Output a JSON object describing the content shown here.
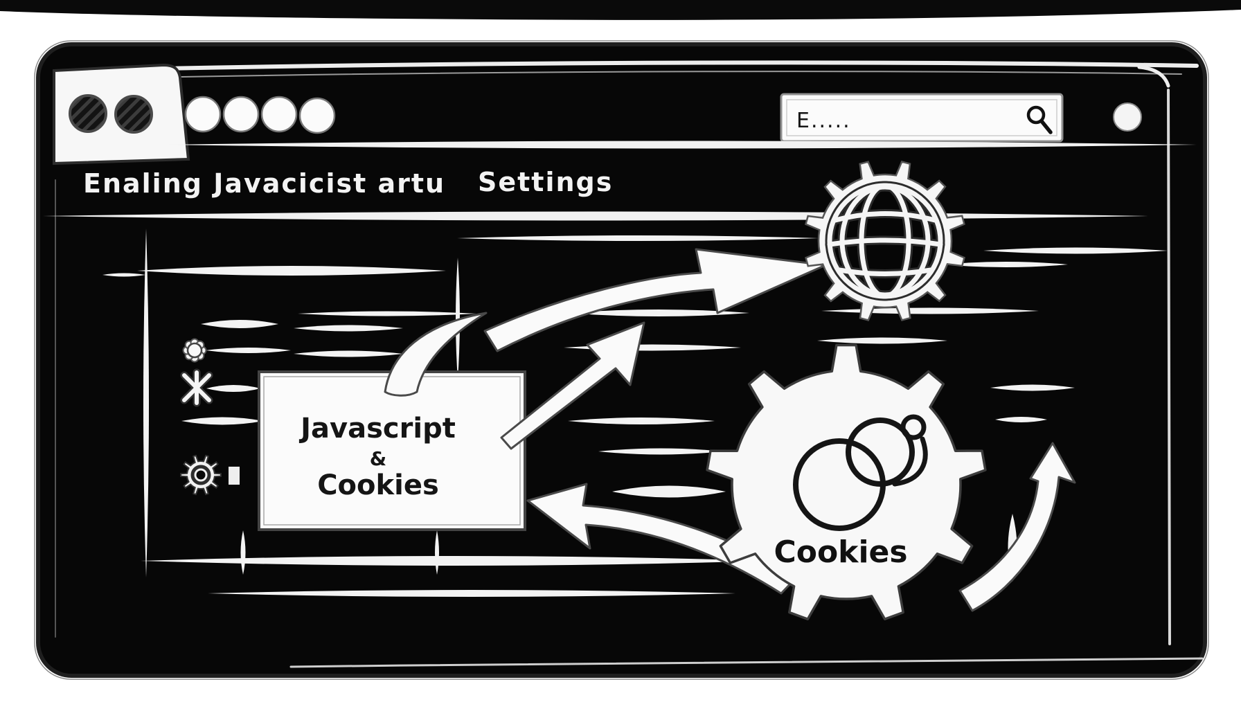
{
  "title": {
    "left": "Enaling Javacicist artu",
    "right": "Settings"
  },
  "chrome": {
    "search_value": "E....."
  },
  "diagram": {
    "box": {
      "line1": "Javascript",
      "line2": "&",
      "line3": "Cookies"
    },
    "cookies_gear_label": "Cookies"
  },
  "icons": {
    "search": "magnifier-icon",
    "globe": "globe-gear-icon",
    "cookies": "cookies-gear-icon",
    "panel_row_1": "flower-icon",
    "panel_row_2": "snowflake-icon",
    "panel_row_3": "gear-icon"
  },
  "colors": {
    "page_bg": "#ffffff",
    "window_bg": "#070707",
    "ink_light": "#f5f5f5",
    "ink_dark": "#141414",
    "sketch_line": "#3d3d3d"
  }
}
